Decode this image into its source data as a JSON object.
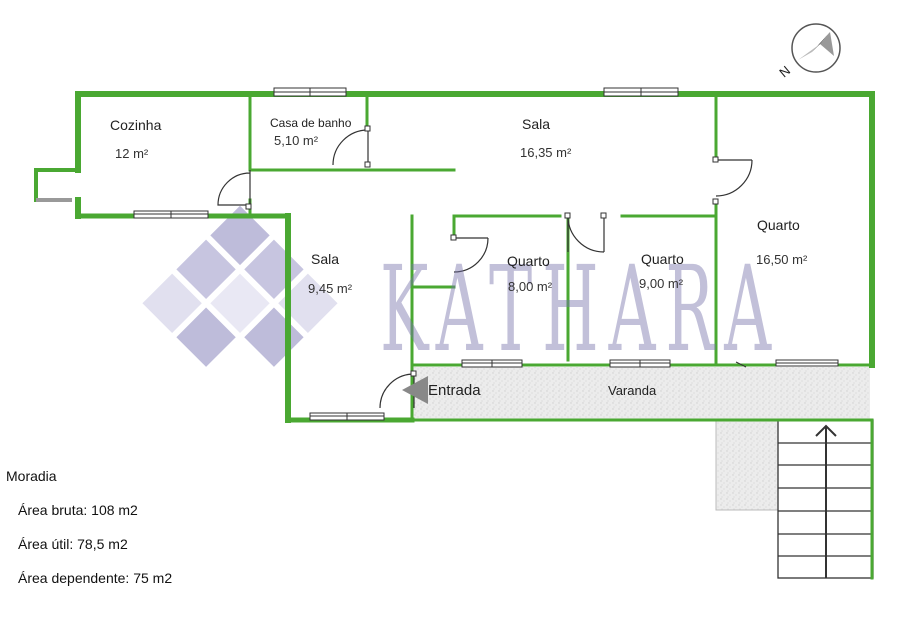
{
  "rooms": {
    "cozinha": {
      "name": "Cozinha",
      "area": "12 m²"
    },
    "casa_banho": {
      "name": "Casa de banho",
      "area": "5,10 m²"
    },
    "sala_main": {
      "name": "Sala",
      "area": "16,35 m²"
    },
    "quarto_right": {
      "name": "Quarto",
      "area": "16,50 m²"
    },
    "sala_left": {
      "name": "Sala",
      "area": "9,45 m²"
    },
    "quarto_1": {
      "name": "Quarto",
      "area": "8,00 m²"
    },
    "quarto_2": {
      "name": "Quarto",
      "area": "9,00 m²"
    }
  },
  "entrance_label": "Entrada",
  "veranda_label": "Varanda",
  "watermark": "KATHARA",
  "compass_letter": "N",
  "info": {
    "title": "Moradia",
    "gross_area": "Área bruta:  108 m2",
    "useful_area": "Área útil:    78,5 m2",
    "dependent_area": "Área dependente: 75 m2"
  },
  "colors": {
    "wall": "#4aa832",
    "hatch": "#e6e6e6",
    "watermark": "#8a86bd"
  }
}
